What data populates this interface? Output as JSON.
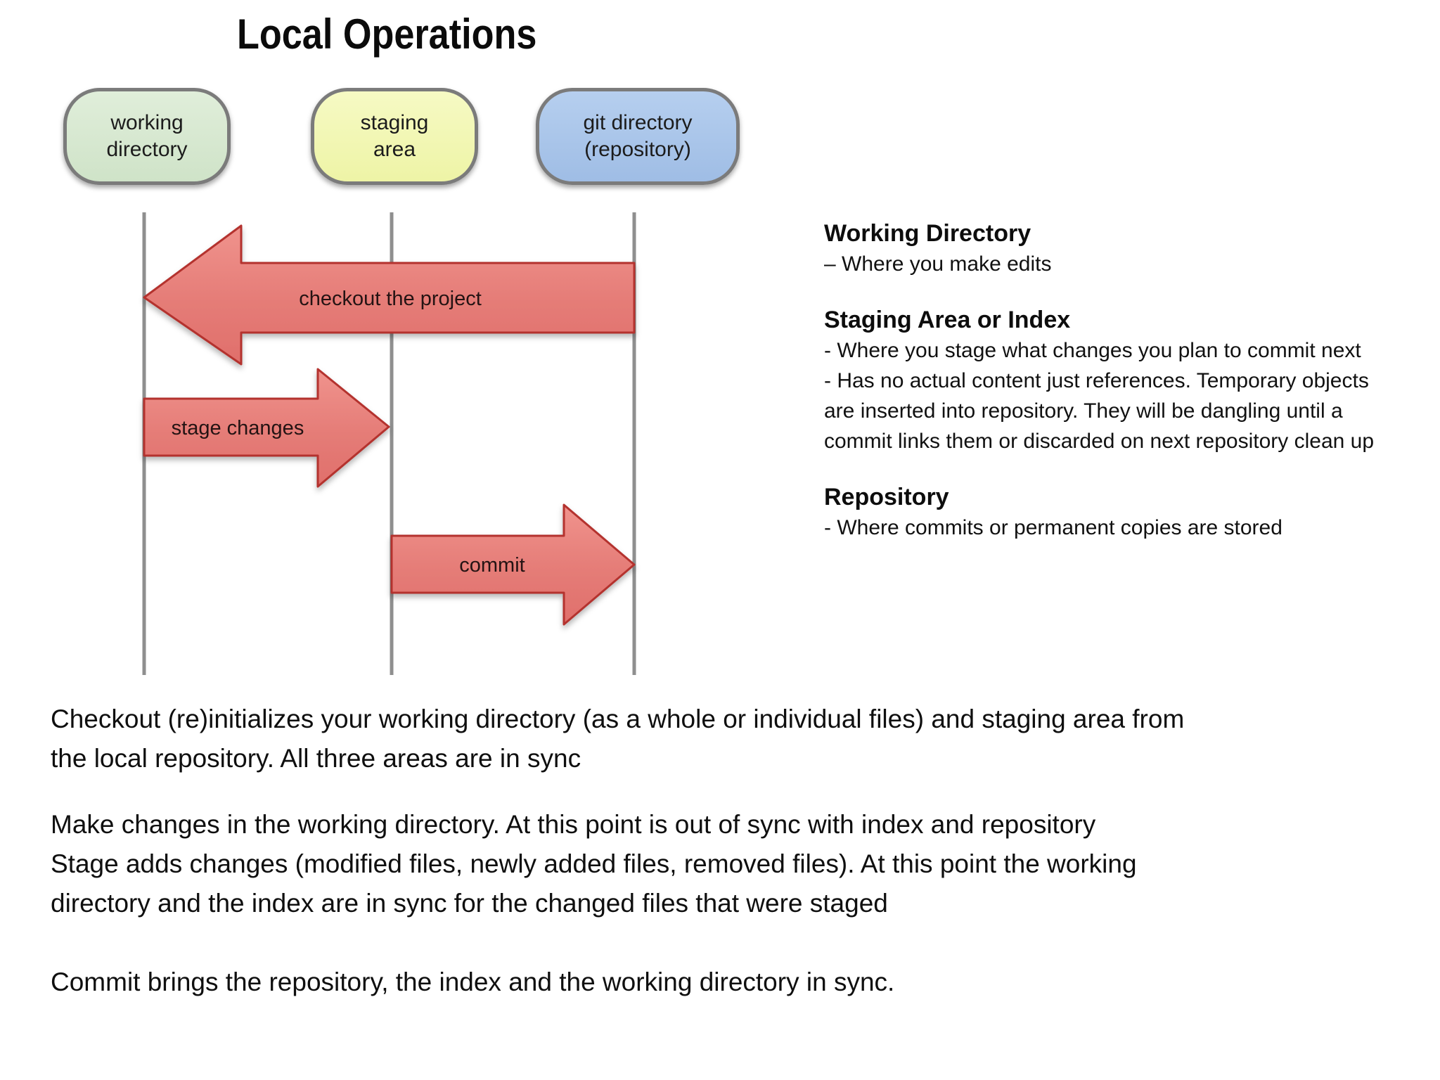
{
  "colors": {
    "node_working_fill": "#d7e8d1",
    "node_staging_fill": "#f2f7b4",
    "node_git_fill": "#a9c5e9",
    "node_border": "#7b7b7b",
    "lifeline": "#8f8f8f",
    "arrow_fill_top": "#f0938d",
    "arrow_fill_bottom": "#e06f6b",
    "arrow_border": "#b4332e",
    "text": "#111111"
  },
  "diagram": {
    "title": "Local Operations",
    "nodes": [
      {
        "id": "working-directory",
        "lines": [
          "working",
          "directory"
        ]
      },
      {
        "id": "staging-area",
        "lines": [
          "staging",
          "area"
        ]
      },
      {
        "id": "git-directory",
        "lines": [
          "git directory",
          "(repository)"
        ]
      }
    ],
    "arrows": [
      {
        "id": "checkout",
        "label": "checkout the project",
        "direction": "left",
        "from": "git directory",
        "to": "working directory"
      },
      {
        "id": "stage",
        "label": "stage changes",
        "direction": "right",
        "from": "working directory",
        "to": "staging area"
      },
      {
        "id": "commit",
        "label": "commit",
        "direction": "right",
        "from": "staging area",
        "to": "git directory"
      }
    ]
  },
  "notes": {
    "sections": [
      {
        "heading": "Working Directory",
        "lines": [
          "– Where you make edits"
        ]
      },
      {
        "heading": "Staging Area or Index",
        "lines": [
          "- Where you stage what changes you plan to commit next",
          "- Has no actual content just references. Temporary objects",
          "are inserted into repository. They will be dangling until a",
          "commit links them or discarded on next repository clean up"
        ]
      },
      {
        "heading": "Repository",
        "lines": [
          "- Where commits or permanent copies are stored"
        ]
      }
    ]
  },
  "paragraphs": [
    {
      "lines": [
        "Checkout (re)initializes your working directory (as a whole or individual files) and staging area from",
        "the local repository. All three areas are in sync"
      ]
    },
    {
      "lines": [
        "Make changes in the working directory. At this point is out of sync with index and repository",
        "Stage adds changes (modified files, newly added files, removed files). At this point the working",
        "directory and the index are in sync for the changed files that were staged"
      ]
    },
    {
      "lines": [
        "Commit brings the repository, the index and the working directory in sync."
      ]
    }
  ]
}
